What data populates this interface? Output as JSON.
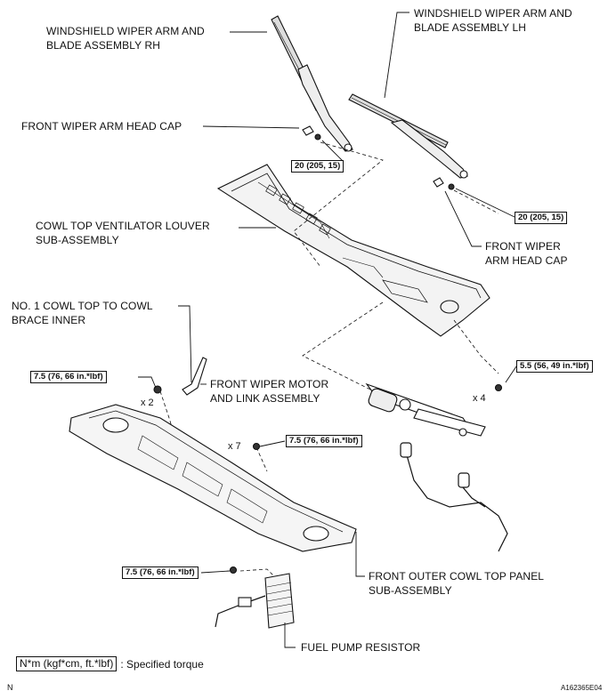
{
  "labels": {
    "wiper_rh": "WINDSHIELD WIPER ARM AND\nBLADE ASSEMBLY RH",
    "wiper_lh": "WINDSHIELD WIPER ARM AND\nBLADE ASSEMBLY LH",
    "cap_left": "FRONT WIPER ARM HEAD CAP",
    "cap_right": "FRONT WIPER\nARM HEAD CAP",
    "louver": "COWL TOP VENTILATOR LOUVER\nSUB-ASSEMBLY",
    "brace": "NO. 1 COWL TOP TO COWL\nBRACE INNER",
    "motor": "FRONT WIPER MOTOR\nAND LINK ASSEMBLY",
    "panel": "FRONT OUTER COWL TOP PANEL\nSUB-ASSEMBLY",
    "resistor": "FUEL PUMP RESISTOR"
  },
  "torques": {
    "t_arm_rh": "20 (205, 15)",
    "t_arm_lh": "20 (205, 15)",
    "t_brace": "7.5 (76, 66 in.*lbf)",
    "t_motor": "5.5 (56, 49 in.*lbf)",
    "t_panel": "7.5 (76, 66 in.*lbf)",
    "t_resistor": "7.5 (76, 66 in.*lbf)"
  },
  "quantities": {
    "q_brace": "x 2",
    "q_motor": "x 4",
    "q_panel": "x 7"
  },
  "legend": {
    "unit": "N*m (kgf*cm, ft.*lbf)",
    "text": ": Specified torque"
  },
  "corner_left": "N",
  "corner_right": "A162365E04"
}
